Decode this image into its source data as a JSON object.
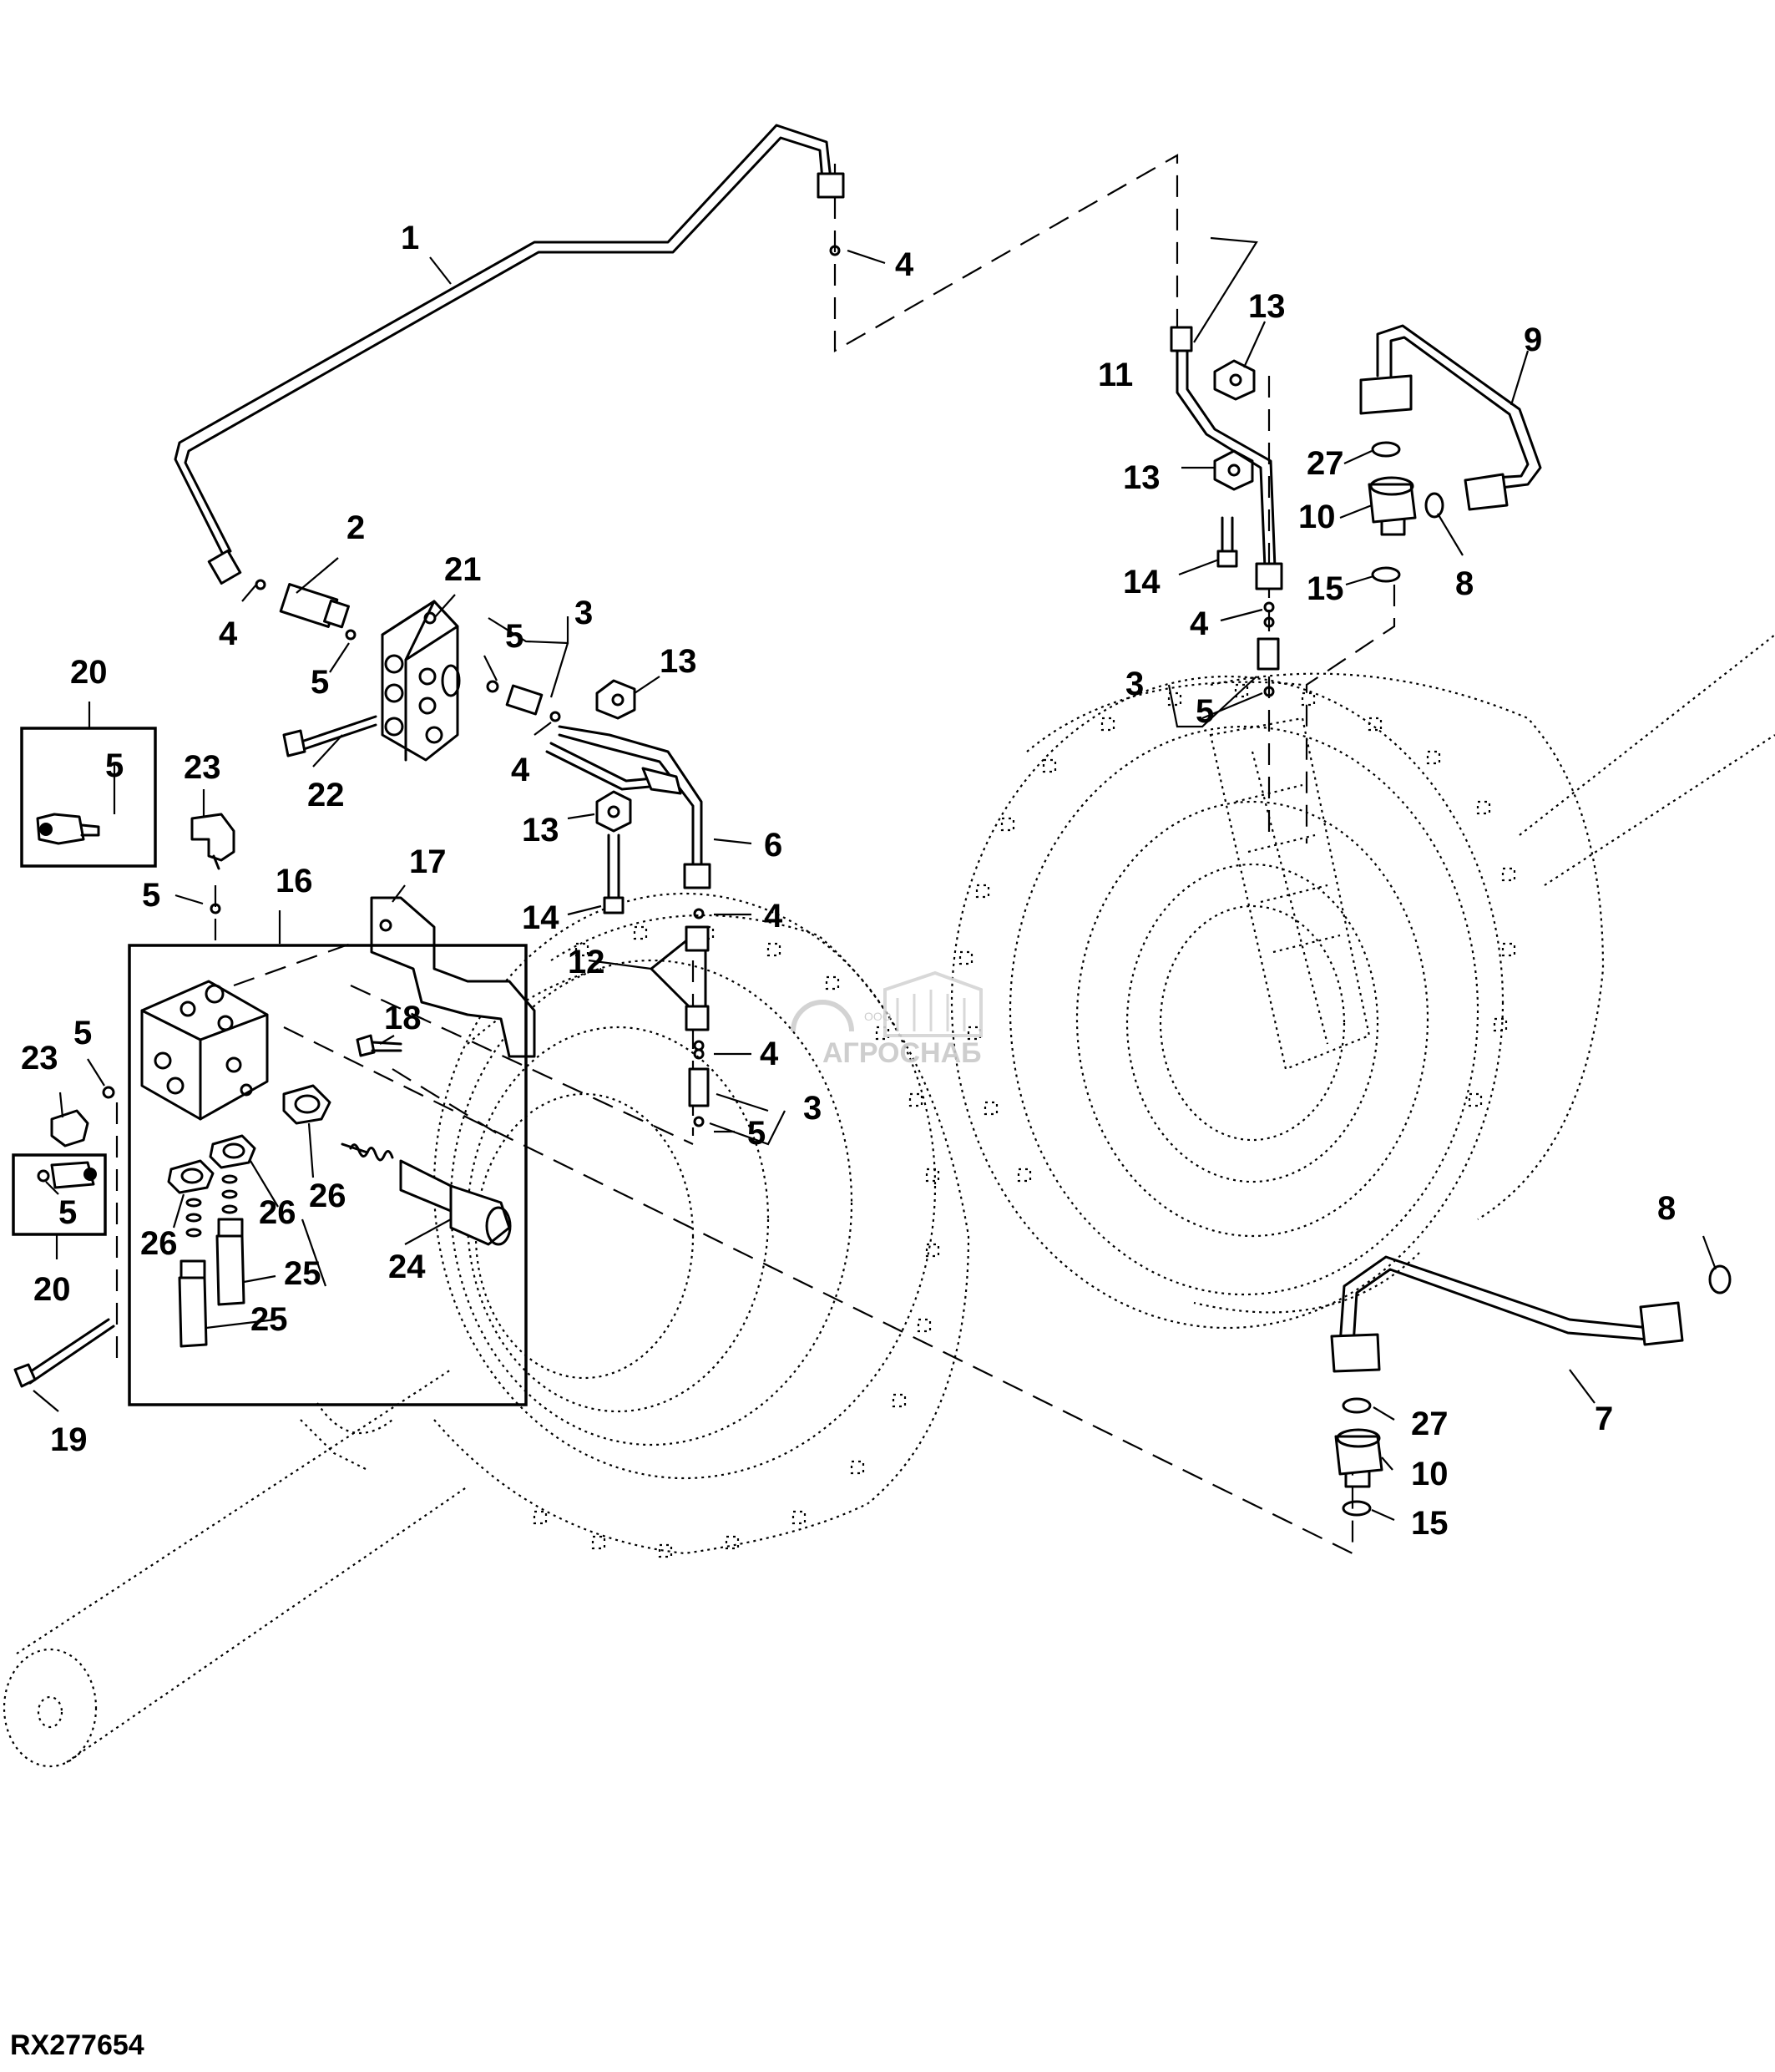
{
  "diagram": {
    "reference_code": "RX277654",
    "watermark": {
      "text": "АГРОСНАБ",
      "small_text": "ООО"
    },
    "callouts": [
      "1",
      "2",
      "3",
      "4",
      "5",
      "6",
      "7",
      "8",
      "9",
      "10",
      "11",
      "12",
      "13",
      "14",
      "15",
      "16",
      "17",
      "18",
      "19",
      "20",
      "21",
      "22",
      "23",
      "24",
      "25",
      "26",
      "27"
    ]
  }
}
